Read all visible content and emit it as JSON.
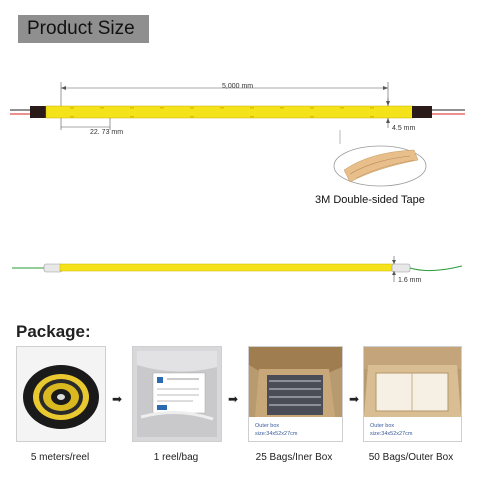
{
  "header": {
    "title": "Product Size"
  },
  "strip_top": {
    "length_label": "5,000 mm",
    "segment_label": "22. 73 mm",
    "width_label": "4.5 mm",
    "tape_label": "3M Double-sided Tape"
  },
  "strip_side": {
    "thickness_label": "1.6 mm"
  },
  "package": {
    "title": "Package:",
    "items": [
      {
        "caption": "5 meters/reel",
        "note1": "",
        "note2": ""
      },
      {
        "caption": "1 reel/bag",
        "note1": "",
        "note2": ""
      },
      {
        "caption": "25 Bags/Iner Box",
        "note1": "Outer box",
        "note2": "size:34x52x27cm"
      },
      {
        "caption": "50 Bags/Outer Box",
        "note1": "Outer box",
        "note2": "size:34x52x27cm"
      }
    ]
  },
  "colors": {
    "strip_yellow": "#f4e21a",
    "banner_gray": "#8f8f8f",
    "tape_tan": "#e8bf8a"
  }
}
